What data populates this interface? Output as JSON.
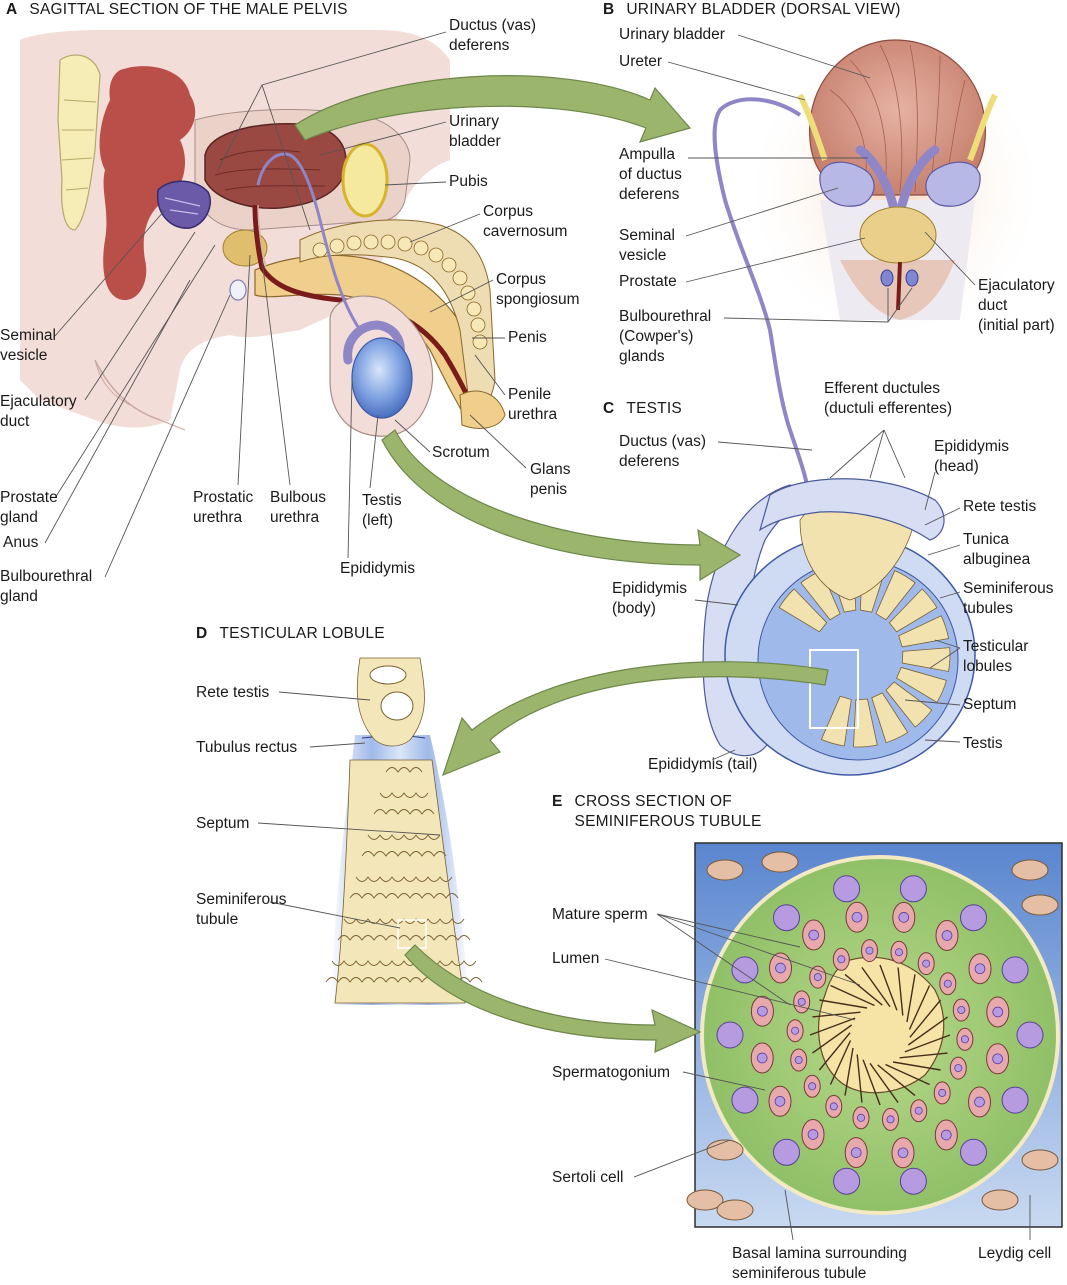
{
  "panels": {
    "a": {
      "letter": "A",
      "title": "SAGITTAL SECTION OF THE MALE PELVIS"
    },
    "b": {
      "letter": "B",
      "title": "URINARY BLADDER (DORSAL VIEW)"
    },
    "c": {
      "letter": "C",
      "title": "TESTIS"
    },
    "d": {
      "letter": "D",
      "title": "TESTICULAR LOBULE"
    },
    "e": {
      "letter": "E",
      "title": "CROSS SECTION OF\nSEMINIFEROUS TUBULE"
    }
  },
  "labels": {
    "a": {
      "ductus_deferens": "Ductus (vas)\ndeferens",
      "urinary_bladder": "Urinary\nbladder",
      "pubis": "Pubis",
      "corpus_cavernosum": "Corpus\ncavernosum",
      "corpus_spongiosum": "Corpus\nspongiosum",
      "penis": "Penis",
      "penile_urethra": "Penile\nurethra",
      "glans_penis": "Glans\npenis",
      "scrotum": "Scrotum",
      "testis_left": "Testis\n(left)",
      "epididymis": "Epididymis",
      "bulbous_urethra": "Bulbous\nurethra",
      "prostatic_urethra": "Prostatic\nurethra",
      "seminal_vesicle": "Seminal\nvesicle",
      "ejaculatory_duct": "Ejaculatory\nduct",
      "prostate_gland": "Prostate\ngland",
      "anus": "Anus",
      "bulbourethral_gland": "Bulbourethral\ngland"
    },
    "b": {
      "urinary_bladder": "Urinary bladder",
      "ureter": "Ureter",
      "ampulla": "Ampulla\nof ductus\ndeferens",
      "seminal_vesicle": "Seminal\nvesicle",
      "prostate": "Prostate",
      "bulbourethral": "Bulbourethral\n(Cowper's)\nglands",
      "ejaculatory_duct": "Ejaculatory\nduct\n(initial part)"
    },
    "c": {
      "efferent_ductules": "Efferent ductules\n(ductuli efferentes)",
      "ductus_deferens": "Ductus (vas)\ndeferens",
      "epididymis_head": "Epididymis\n(head)",
      "rete_testis": "Rete testis",
      "tunica_albuginea": "Tunica\nalbuginea",
      "seminiferous_tubules": "Seminiferous\ntubules",
      "testicular_lobules": "Testicular\nlobules",
      "septum": "Septum",
      "testis": "Testis",
      "epididymis_body": "Epididymis\n(body)",
      "epididymis_tail": "Epididymis (tail)"
    },
    "d": {
      "rete_testis": "Rete testis",
      "tubulus_rectus": "Tubulus rectus",
      "septum": "Septum",
      "seminiferous_tubule": "Seminiferous\ntubule"
    },
    "e": {
      "mature_sperm": "Mature sperm",
      "lumen": "Lumen",
      "spermatogonium": "Spermatogonium",
      "sertoli_cell": "Sertoli cell",
      "basal_lamina": "Basal lamina surrounding\nseminiferous tubule",
      "leydig_cell": "Leydig cell"
    }
  },
  "colors": {
    "skin": "#f2dcd6",
    "bladder": "#9b4a44",
    "rectum": "#b8514b",
    "prostate": "#e0c27a",
    "erectile": "#f0cf8d",
    "urethra": "#8a1f1f",
    "ductus": "#8f86c4",
    "arrow": "#9bb56d",
    "testis_blue": "#6f93d8",
    "tubule": "#f3e6b8",
    "tubule_green": "#8bc06a",
    "interstitium": "#a8c4e8",
    "sperm_cell": "#e9aeb0",
    "spermatogonium": "#b39ad8"
  }
}
